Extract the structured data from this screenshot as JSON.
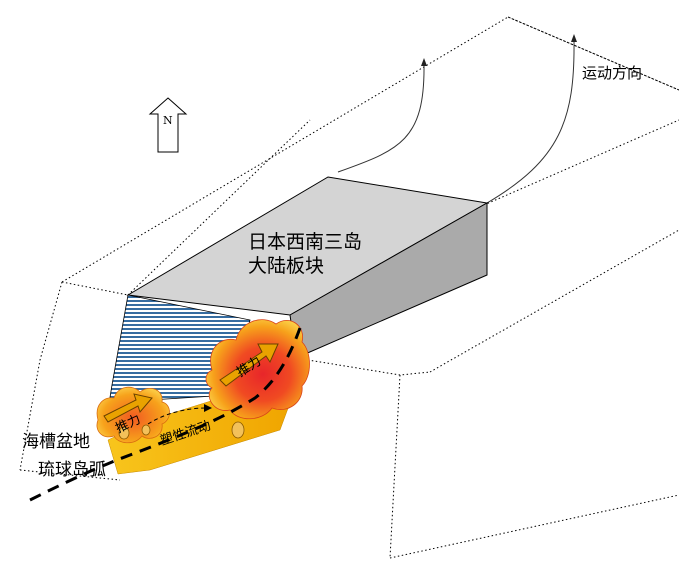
{
  "north_arrow": {
    "letter": "N"
  },
  "block": {
    "label_line1": "日本西南三岛",
    "label_line2": "大陆板块"
  },
  "motion": {
    "label": "运动方向"
  },
  "trough": {
    "label": "海槽盆地"
  },
  "arc": {
    "label": "琉球岛弧"
  },
  "forces": {
    "push_label": "推力",
    "push_label_2": "推力"
  },
  "flow": {
    "label": "塑性流动"
  },
  "colors": {
    "block_top": "#d4d4d4",
    "block_side": "#aaaaaa",
    "basin_lines": "#1f5b96",
    "flow_band": "#f5b800",
    "heat_core": "#e8262a",
    "heat_edge": "#f7a21b"
  }
}
